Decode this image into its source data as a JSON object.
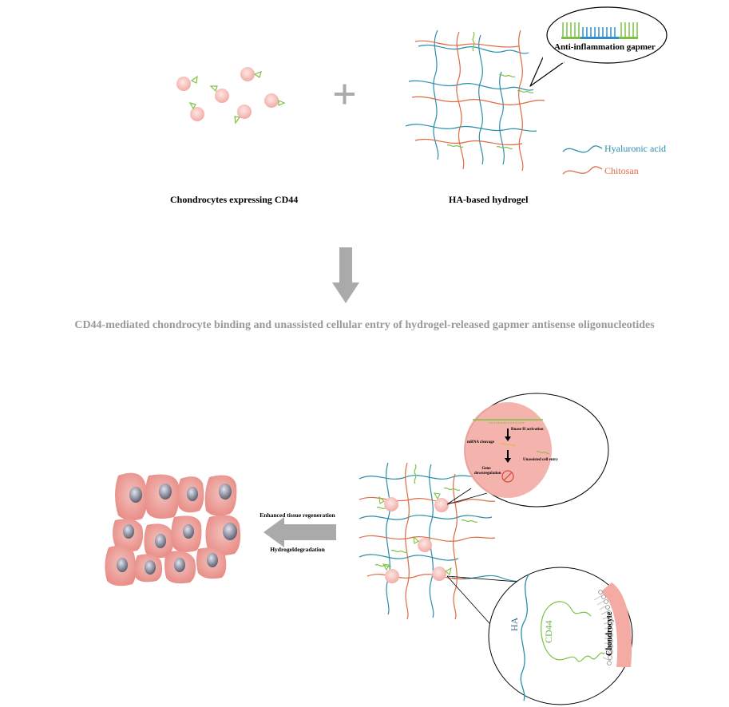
{
  "labels": {
    "chondrocytes": "Chondrocytes expressing CD44",
    "hydrogel": "HA-based hydrogel",
    "gapmer": "Anti-inflammation gapmer",
    "legend_ha": "Hyaluronic acid",
    "legend_chitosan": "Chitosan",
    "process": "CD44-mediated chondrocyte binding and unassisted cellular entry of hydrogel-released gapmer antisense oligonucleotides",
    "enhanced": "Enhanced tissue regeneration",
    "degradation": "Hydrogeldegradation",
    "rnase": "Rnase H activation",
    "mrna": "mRNA cleavage",
    "unassisted": "Unassisted cell entry",
    "gene": "Gene downregulation",
    "ha_inset": "HA",
    "cd44": "CD44",
    "chondrocyte_inset": "Chondrocyte"
  },
  "colors": {
    "hyaluronic_acid": "#2a8fa8",
    "chitosan": "#e06a44",
    "gapmer_wing": "#7cc242",
    "gapmer_gap": "#2b8fd0",
    "cell": "#f6c2bd",
    "nucleus": "#8e8f9e",
    "arrow": "#aaaaaa"
  }
}
